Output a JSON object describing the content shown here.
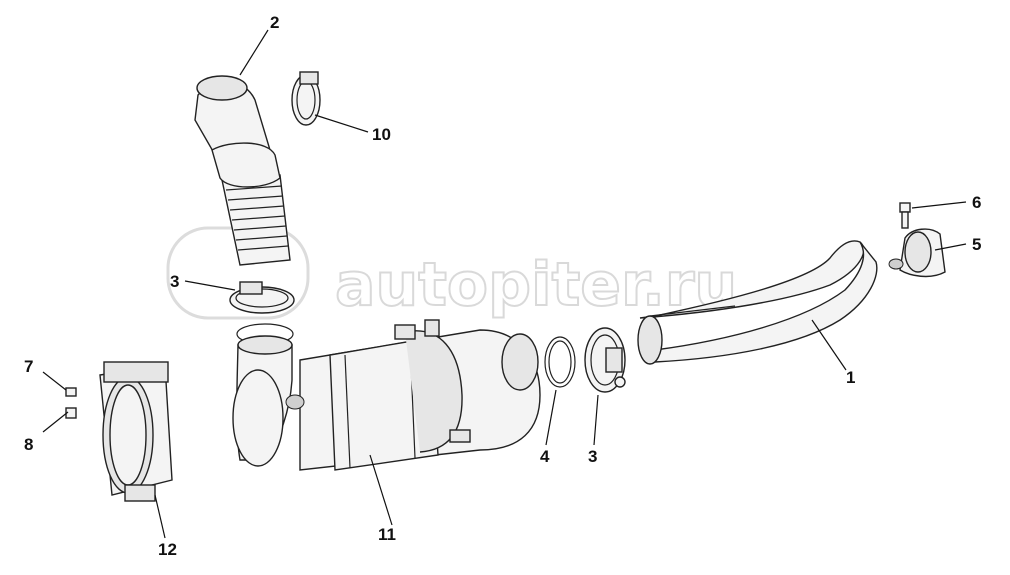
{
  "watermark": "autopiter.ru",
  "callouts": {
    "c1": "1",
    "c2": "2",
    "c3a": "3",
    "c3b": "3",
    "c4": "4",
    "c5": "5",
    "c6": "6",
    "c7": "7",
    "c8": "8",
    "c10": "10",
    "c11": "11",
    "c12": "12"
  }
}
